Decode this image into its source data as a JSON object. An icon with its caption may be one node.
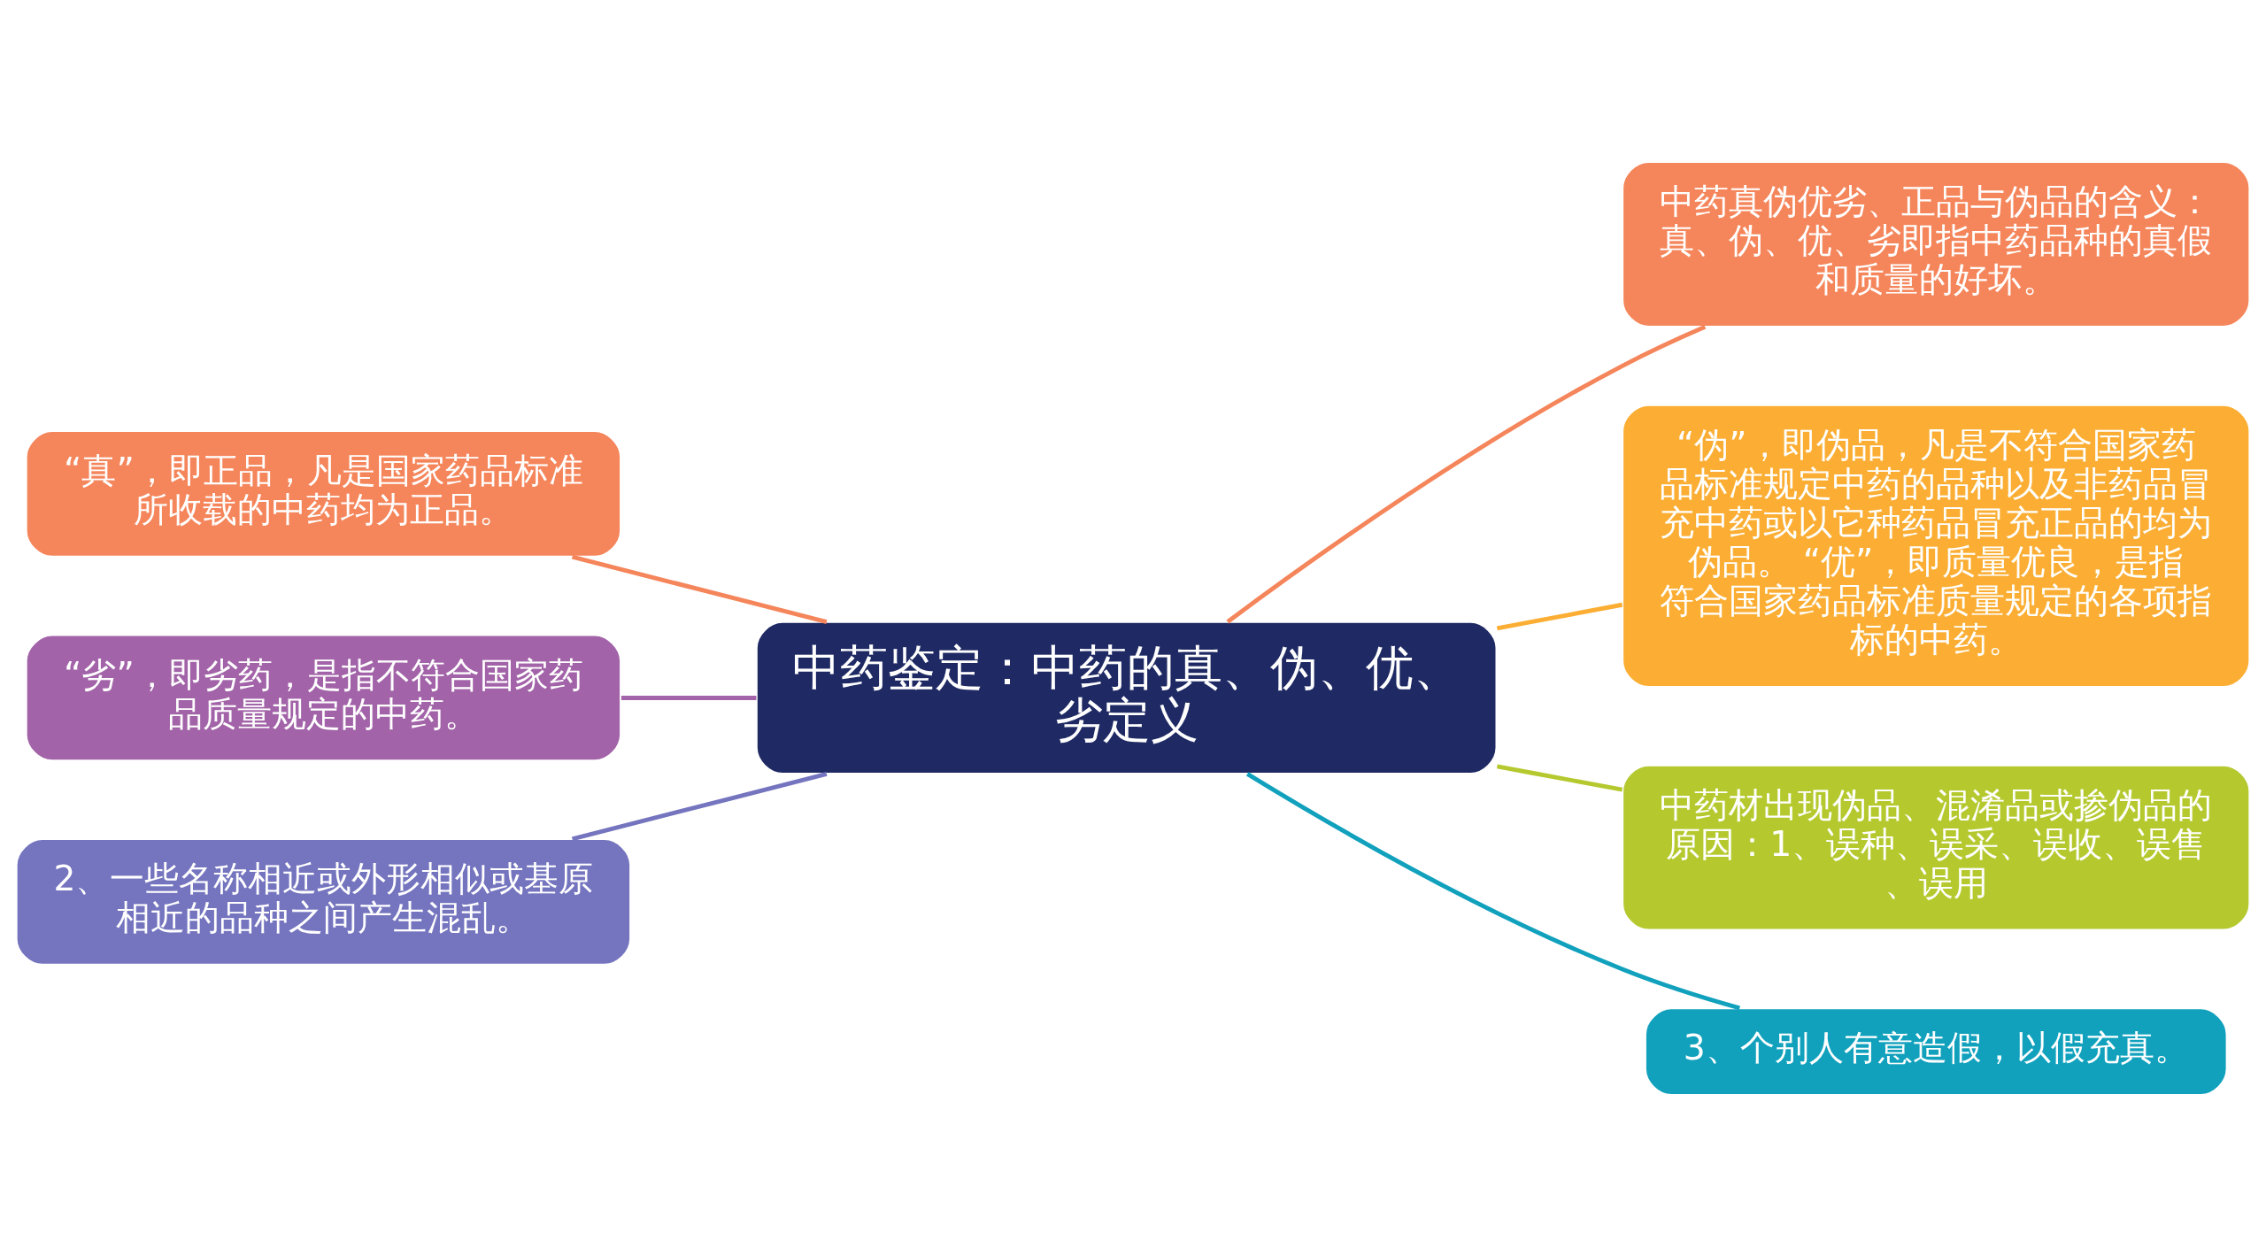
{
  "diagram": {
    "nodes": [
      {
        "text": [
          "中药鉴定：中药的真、伪、优、劣定义"
        ]
      },
      {
        "text": [
          "“真”，即正品，凡是国家药品标准所收载的中药均为正品。"
        ]
      },
      {
        "text": [
          "“劣”，即劣药，是指不符合国家药品质量规定的中药。"
        ]
      },
      {
        "text": [
          "2、一些名称相近或外形相似或基原相近的品种之间产生混乱。"
        ]
      },
      {
        "text": [
          "中药真伪优劣、正品与伪品的含义：真、伪、优、劣即指中药品种的真假和质量的好坏。"
        ]
      },
      {
        "text": [
          "“伪”，即伪品，凡是不符合国家药品标准规定中药的品种以及非药品冒充中药或以它种药品冒充正品的均为伪品。 “优”，即质量优良，是指符合国家药品标准质量规定的各项指标的中药。"
        ]
      },
      {
        "text": [
          "中药材出现伪品、混淆品或掺伪品的原因：1、误种、误采、误收、误售、误用"
        ]
      },
      {
        "text": [
          "3、个别人有意造假，以假充真。"
        ]
      }
    ],
    "edges": [
      {
        "from": 0,
        "to": 1,
        "arrow": "none",
        "color": "#f5855a"
      },
      {
        "from": 0,
        "to": 2,
        "arrow": "none",
        "color": "#a263a8"
      },
      {
        "from": 0,
        "to": 3,
        "arrow": "none",
        "color": "#7474bf"
      },
      {
        "from": 0,
        "to": 4,
        "arrow": "none",
        "color": "#f5855a"
      },
      {
        "from": 0,
        "to": 5,
        "arrow": "none",
        "color": "#fbae33"
      },
      {
        "from": 0,
        "to": 6,
        "arrow": "none",
        "color": "#b5c92f"
      },
      {
        "from": 0,
        "to": 7,
        "arrow": "none",
        "color": "#11a1bd"
      }
    ]
  }
}
